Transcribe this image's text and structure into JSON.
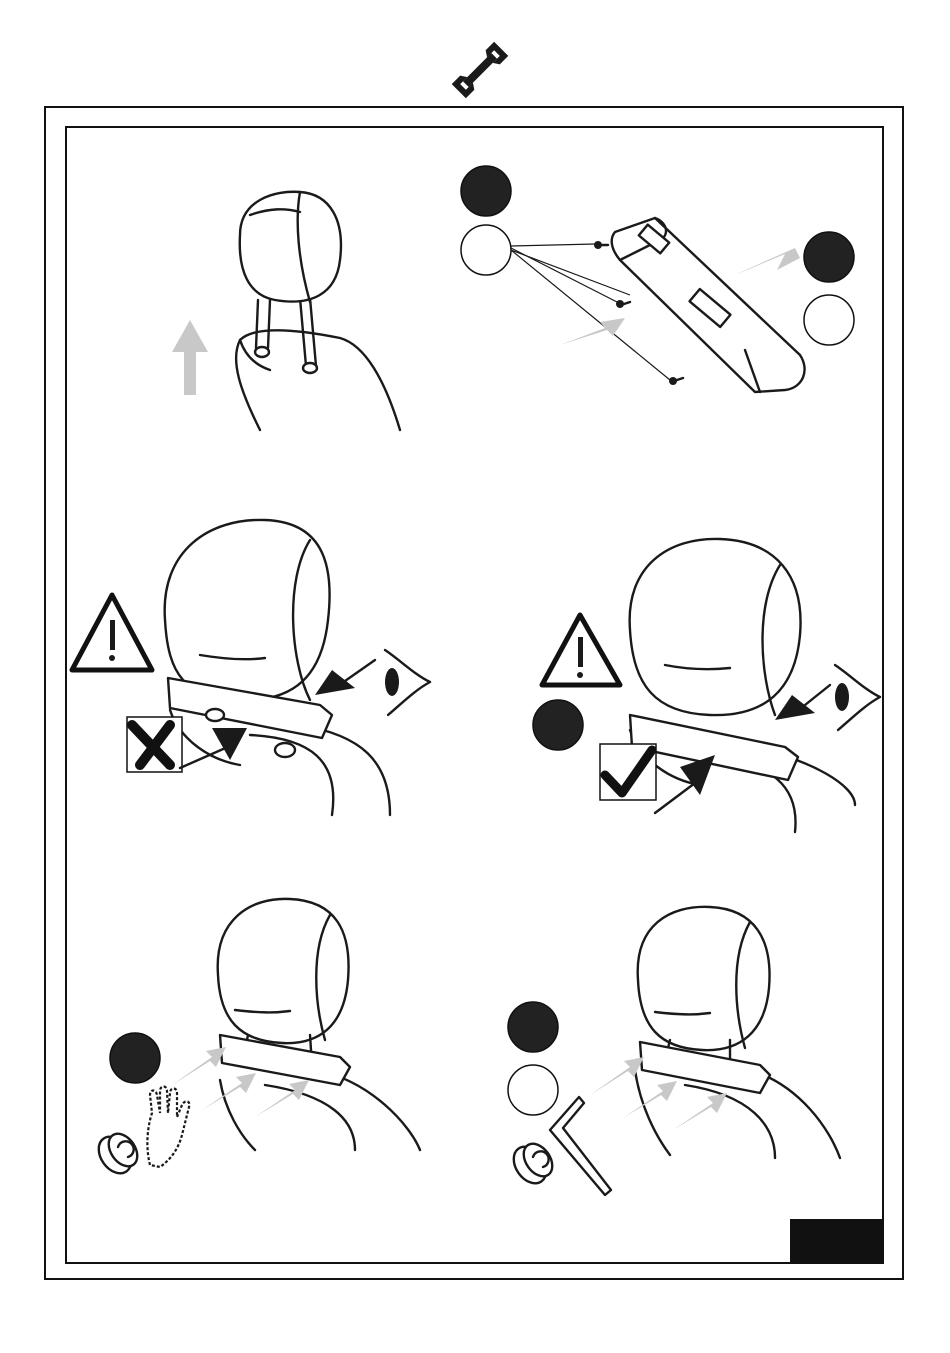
{
  "header": {
    "icon": "wrench-icon"
  },
  "colors": {
    "ink": "#1a1a1a",
    "arrow_gray": "#c8c8c8",
    "badge_dark": "#222222"
  },
  "steps": [
    {
      "id": "step-1",
      "icons": [
        "up-arrow-icon"
      ]
    },
    {
      "id": "step-2",
      "icons": [
        "screw-icon",
        "circle-badge-dark",
        "circle-badge-light"
      ]
    },
    {
      "id": "step-3",
      "icons": [
        "warning-icon",
        "cross-mark-icon",
        "eye-icon"
      ]
    },
    {
      "id": "step-4",
      "icons": [
        "warning-icon",
        "check-mark-icon",
        "eye-icon",
        "circle-badge-dark"
      ]
    },
    {
      "id": "step-5",
      "icons": [
        "hand-icon",
        "knob-icon",
        "circle-badge-dark"
      ]
    },
    {
      "id": "step-6",
      "icons": [
        "allen-key-icon",
        "knob-icon",
        "circle-badge-dark",
        "circle-badge-light"
      ]
    }
  ]
}
